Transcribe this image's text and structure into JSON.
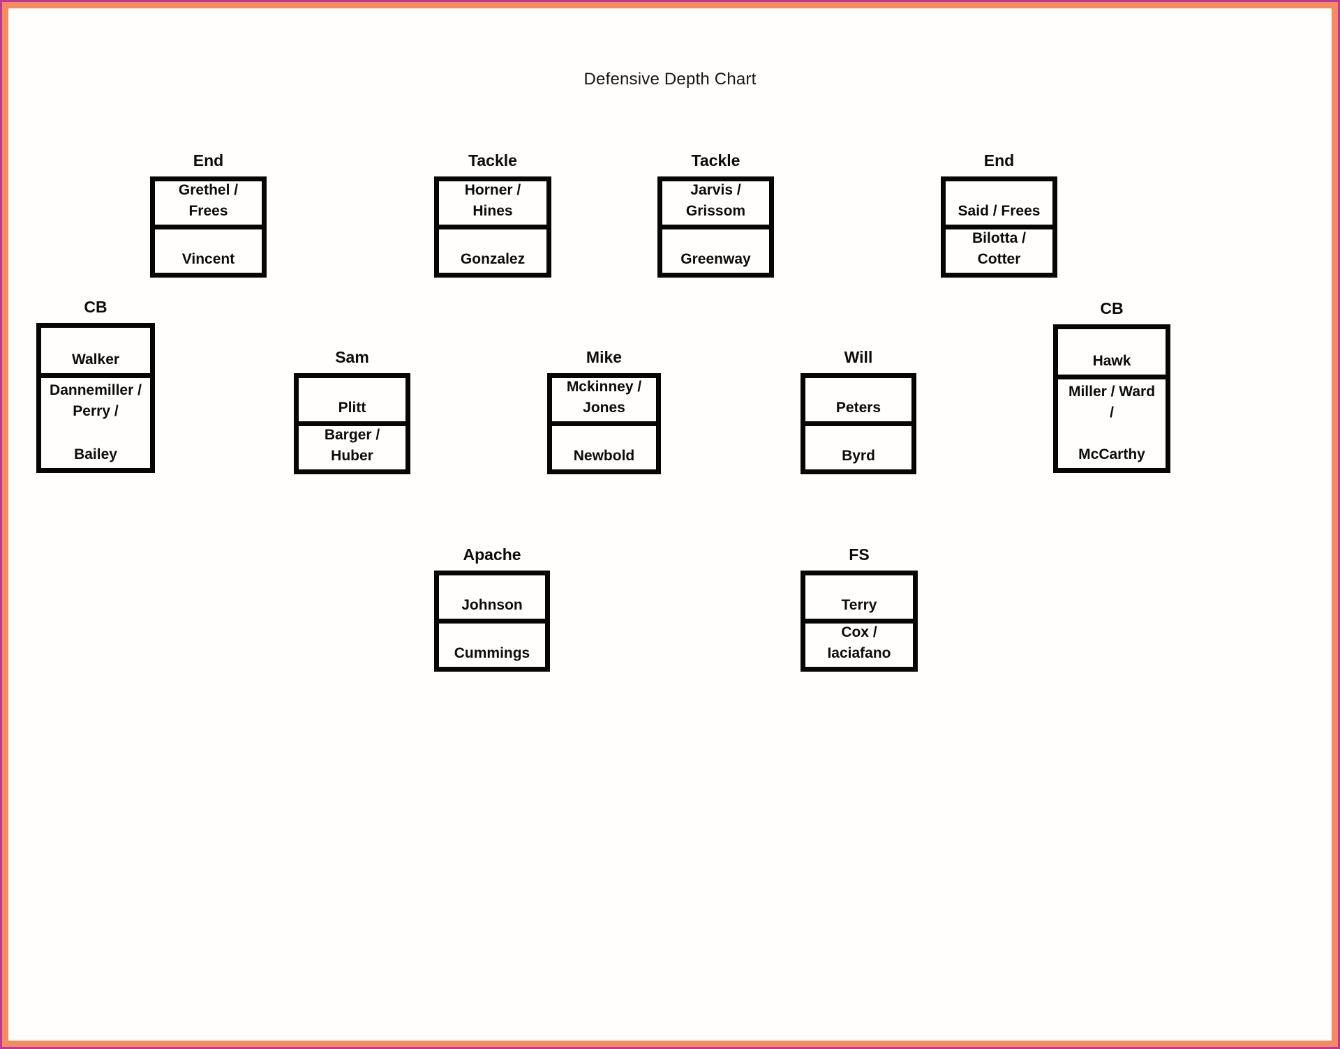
{
  "page": {
    "title": "Defensive Depth Chart",
    "background_color": "#fffefd",
    "frame_outer_color": "#b93a9d",
    "frame_inner_color": "#f48a5e",
    "box_border_color": "#060606",
    "text_color": "#0b0b0b"
  },
  "boxes": [
    {
      "id": "end-left",
      "label": "End",
      "cells": [
        {
          "lines": [
            "Grethel /",
            "Frees"
          ]
        },
        {
          "lines": [
            "Vincent"
          ]
        }
      ]
    },
    {
      "id": "tackle-left",
      "label": "Tackle",
      "cells": [
        {
          "lines": [
            "Horner /",
            "Hines"
          ]
        },
        {
          "lines": [
            "Gonzalez"
          ]
        }
      ]
    },
    {
      "id": "tackle-right",
      "label": "Tackle",
      "cells": [
        {
          "lines": [
            "Jarvis /",
            "Grissom"
          ]
        },
        {
          "lines": [
            "Greenway"
          ]
        }
      ]
    },
    {
      "id": "end-right",
      "label": "End",
      "cells": [
        {
          "lines": [
            "Said / Frees"
          ]
        },
        {
          "lines": [
            "Bilotta /",
            "Cotter"
          ]
        }
      ]
    },
    {
      "id": "cb-left",
      "label": "CB",
      "cells": [
        {
          "lines": [
            "Walker"
          ]
        },
        {
          "lines": [
            "Dannemiller /",
            "Perry /"
          ],
          "bottom_lines": [
            "Bailey"
          ]
        }
      ]
    },
    {
      "id": "sam",
      "label": "Sam",
      "cells": [
        {
          "lines": [
            "Plitt"
          ]
        },
        {
          "lines": [
            "Barger /",
            "Huber"
          ]
        }
      ]
    },
    {
      "id": "mike",
      "label": "Mike",
      "cells": [
        {
          "lines": [
            "Mckinney /",
            "Jones"
          ]
        },
        {
          "lines": [
            "Newbold"
          ]
        }
      ]
    },
    {
      "id": "will",
      "label": "Will",
      "cells": [
        {
          "lines": [
            "Peters"
          ]
        },
        {
          "lines": [
            "Byrd"
          ]
        }
      ]
    },
    {
      "id": "cb-right",
      "label": "CB",
      "cells": [
        {
          "lines": [
            "Hawk"
          ]
        },
        {
          "lines": [
            "Miller / Ward",
            "/"
          ],
          "bottom_lines": [
            "McCarthy"
          ]
        }
      ]
    },
    {
      "id": "apache",
      "label": "Apache",
      "cells": [
        {
          "lines": [
            "Johnson"
          ]
        },
        {
          "lines": [
            "Cummings"
          ]
        }
      ]
    },
    {
      "id": "fs",
      "label": "FS",
      "cells": [
        {
          "lines": [
            "Terry"
          ]
        },
        {
          "lines": [
            "Cox /",
            "Iaciafano"
          ]
        }
      ]
    }
  ]
}
